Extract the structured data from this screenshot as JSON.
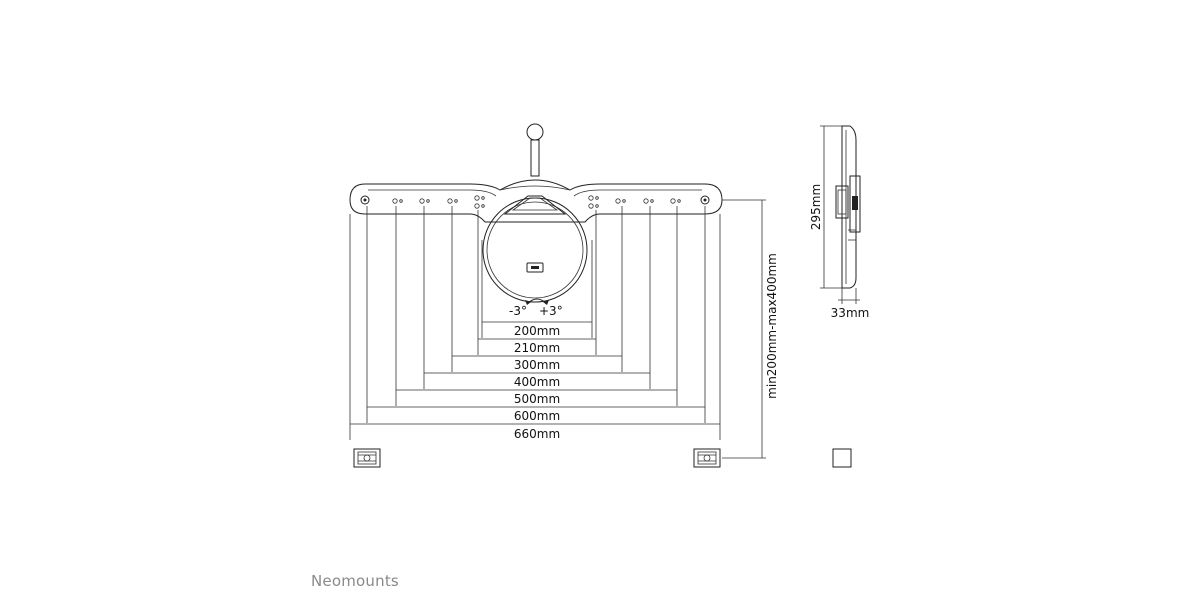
{
  "front_view": {
    "tilt_minus": "-3°",
    "tilt_plus": "+3°",
    "width_dimensions": [
      "200mm",
      "210mm",
      "300mm",
      "400mm",
      "500mm",
      "600mm",
      "660mm"
    ],
    "height_dimension": "min200mm-max400mm"
  },
  "side_view": {
    "height_dimension": "295mm",
    "depth_dimension": "33mm"
  },
  "brand": "Neomounts"
}
